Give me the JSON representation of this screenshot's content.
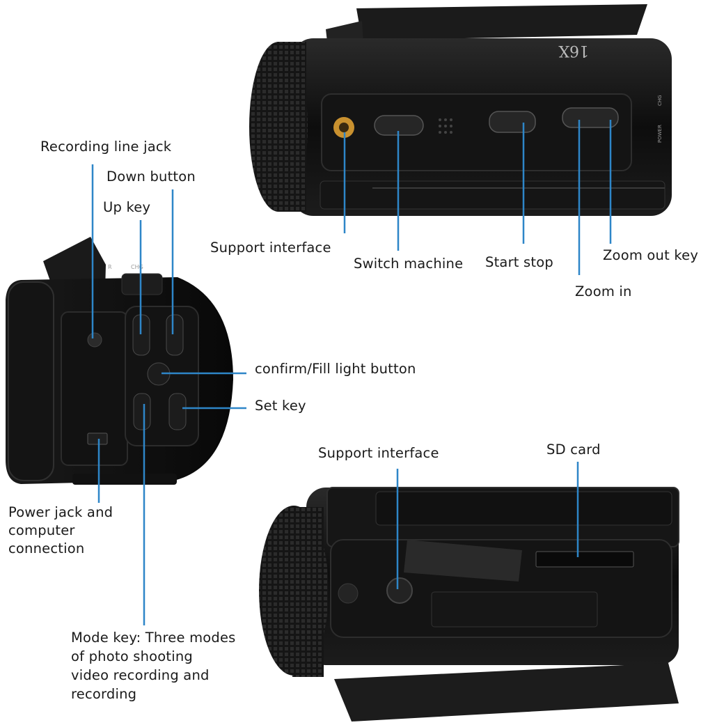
{
  "top_view": {
    "camera_text": "16X",
    "side_labels": [
      "CHG",
      "POWER"
    ],
    "callouts": {
      "support_interface": "Support interface",
      "switch_machine": "Switch machine",
      "start_stop": "Start stop",
      "zoom_out": "Zoom out key",
      "zoom_in": "Zoom in"
    }
  },
  "side_view": {
    "port_labels": [
      "R",
      "CHG"
    ],
    "callouts": {
      "recording_line_jack": "Recording line jack",
      "down_button": "Down button",
      "up_key": "Up key",
      "confirm_fill_light": "confirm/Fill light button",
      "set_key": "Set key",
      "power_jack": [
        "Power jack and",
        "computer",
        "connection"
      ],
      "mode_key": [
        "Mode key: Three modes",
        "of photo shooting",
        "video recording and",
        "recording"
      ]
    }
  },
  "bottom_view": {
    "callouts": {
      "support_interface": "Support interface",
      "sd_card": "SD card"
    }
  },
  "colors": {
    "callout_line": "#2e86c8",
    "camera_body": "#111111",
    "label_text": "#1a1a1a"
  }
}
